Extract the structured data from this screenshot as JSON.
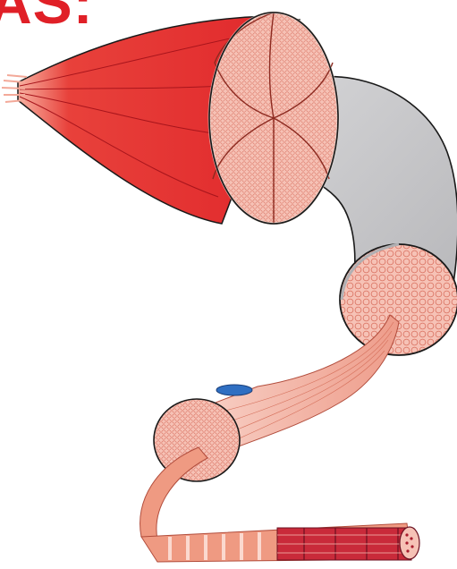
{
  "heading": {
    "text": "AS:",
    "color": "#e02027"
  },
  "colors": {
    "muscle_red": "#e0262a",
    "muscle_dark": "#b3151c",
    "fascicle_sheath": "#c9c9cb",
    "fiber_pink": "#f6c2b6",
    "fiber_dot": "#d9705f",
    "myofibril_salmon": "#ef9a82",
    "sarcomere_dark": "#a81b2c",
    "nucleus_blue": "#2f6fc2",
    "outline": "#1a1a1a"
  },
  "structures": [
    "whole-muscle",
    "fascicle",
    "muscle-fiber",
    "myofibril",
    "myofilaments"
  ]
}
